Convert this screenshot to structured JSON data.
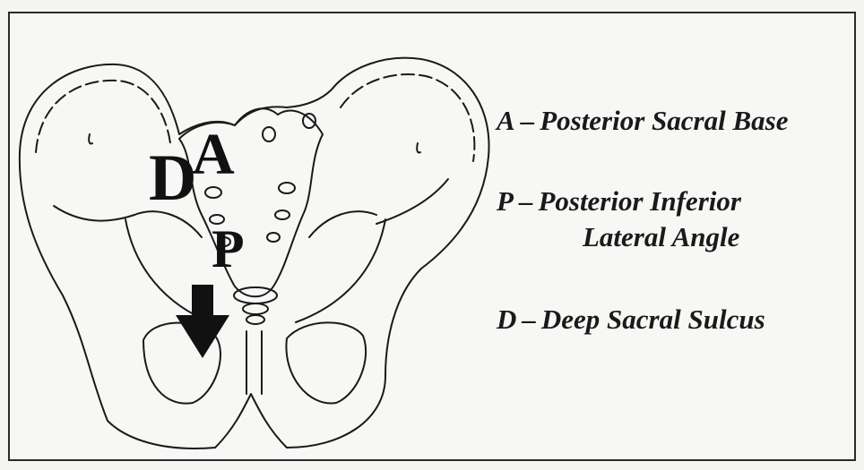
{
  "markers": {
    "d": "D",
    "a": "A",
    "p": "P"
  },
  "legend": [
    {
      "letter": "A",
      "separator": "–",
      "text": "Posterior Sacral Base",
      "text_line2": ""
    },
    {
      "letter": "P",
      "separator": "–",
      "text": "Posterior Inferior",
      "text_line2": "Lateral Angle"
    },
    {
      "letter": "D",
      "separator": "–",
      "text": "Deep Sacral Sulcus",
      "text_line2": ""
    }
  ],
  "colors": {
    "ink": "#111111",
    "background": "#f7f7f5"
  }
}
